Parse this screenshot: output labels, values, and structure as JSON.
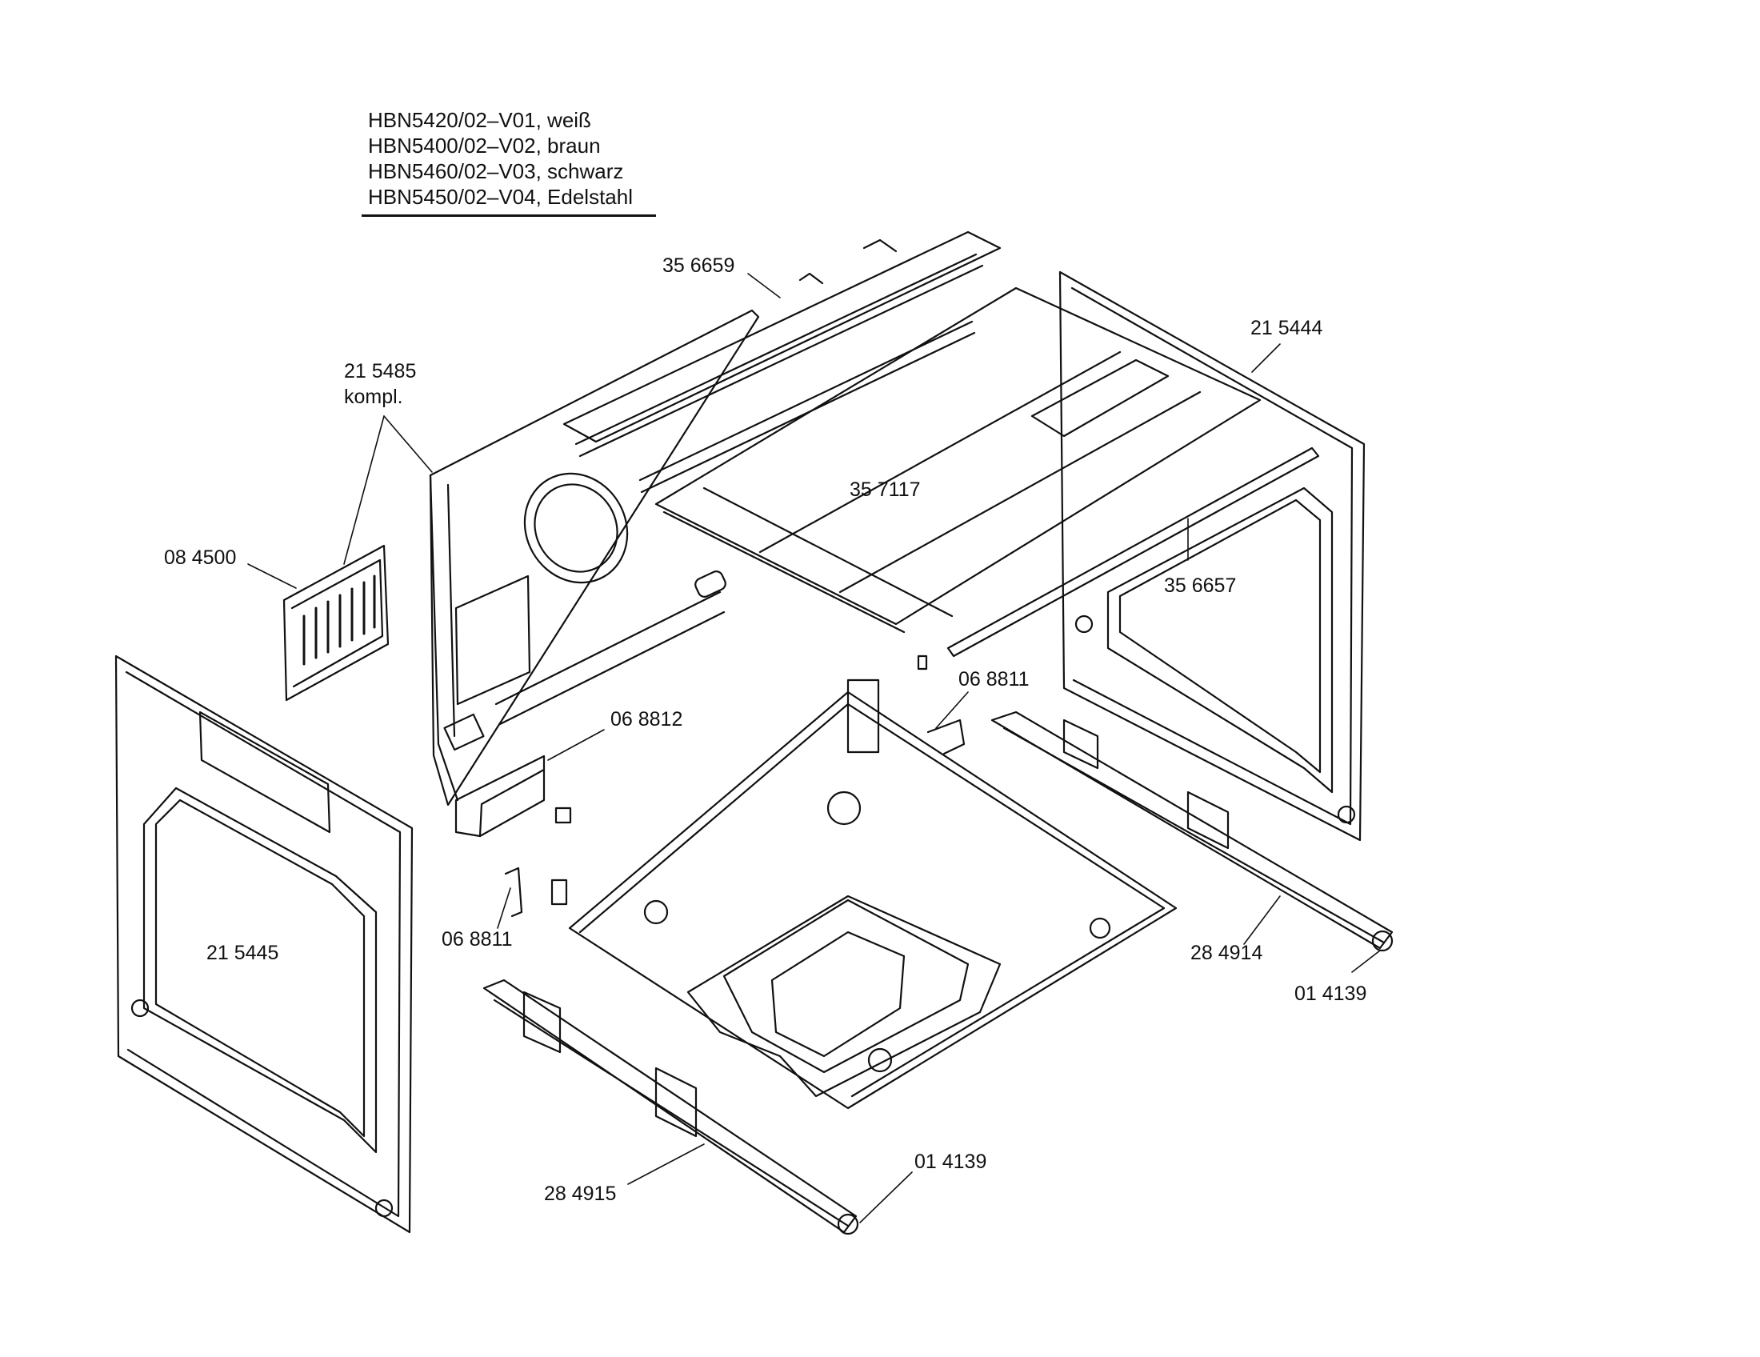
{
  "header": {
    "models": [
      "HBN5420/02–V01, weiß",
      "HBN5400/02–V02, braun",
      "HBN5460/02–V03, schwarz",
      "HBN5450/02–V04, Edelstahl"
    ]
  },
  "callouts": {
    "c_356659": "35 6659",
    "c_215444": "21 5444",
    "c_215485": "21 5485",
    "c_215485_sub": "kompl.",
    "c_084500": "08 4500",
    "c_357117": "35  7117",
    "c_356657": "35 6657",
    "c_068811_top": "06 8811",
    "c_068812": "06 8812",
    "c_215445": "21 5445",
    "c_068811_bottom": "06 8811",
    "c_284914": "28 4914",
    "c_014139_right": "01 4139",
    "c_284915": "28 4915",
    "c_014139_bottom": "01 4139"
  },
  "colors": {
    "ink": "#111111",
    "paper": "#ffffff"
  }
}
